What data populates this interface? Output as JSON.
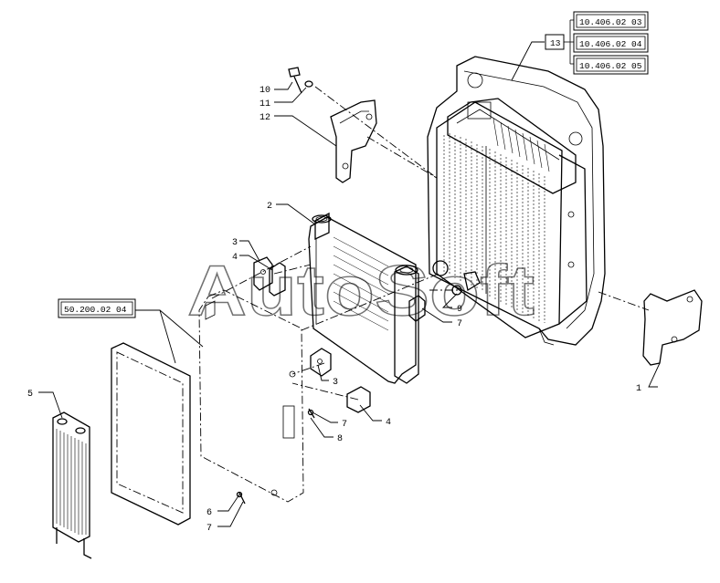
{
  "watermark": "AutoSoft",
  "reference_boxes": {
    "callout_13": "13",
    "top_right": [
      "10.406.02 03",
      "10.406.02 04",
      "10.406.02 05"
    ],
    "left": "50.200.02 04"
  },
  "callouts": {
    "c1": "1",
    "c2": "2",
    "c3a": "3",
    "c3b": "3",
    "c4a": "4",
    "c4b": "4",
    "c5": "5",
    "c6": "6",
    "c7a": "7",
    "c7b": "7",
    "c7c": "7",
    "c8": "8",
    "c9": "9",
    "c10": "10",
    "c11": "11",
    "c12": "12"
  }
}
